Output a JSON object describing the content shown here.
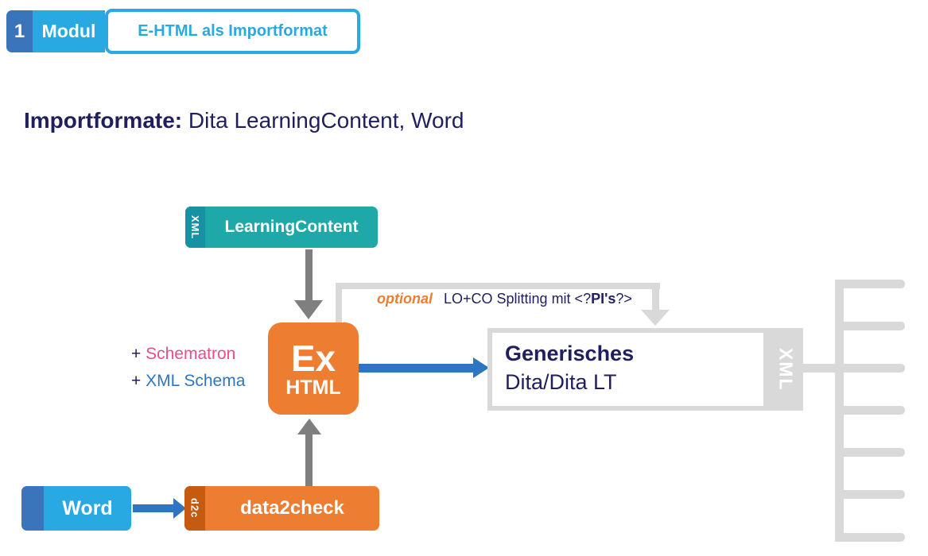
{
  "header": {
    "module_number": "1",
    "module_label": "Modul",
    "module_title": "E-HTML als Importformat"
  },
  "heading": {
    "label": "Importformate:",
    "value": " Dita LearningContent, Word"
  },
  "diagram": {
    "learning_content_box": {
      "tab": "XML",
      "label": "LearningContent"
    },
    "ex_html_box": {
      "line1": "Ex",
      "line2": "HTML"
    },
    "inputs": {
      "schematron": {
        "prefix": "+ ",
        "label": "Schematron"
      },
      "xml_schema": {
        "prefix": "+ ",
        "label": "XML Schema"
      }
    },
    "optional_path": {
      "keyword": "optional",
      "text_pre": "LO+CO Splitting mit <?",
      "text_bold": "PI's",
      "text_post": "?>"
    },
    "generic_dita_box": {
      "title": "Generisches",
      "subtitle": "Dita/Dita LT",
      "tab": "XML"
    },
    "word_box": {
      "label": "Word"
    },
    "data2check_box": {
      "tab": "d2c",
      "label": "data2check"
    }
  },
  "colors": {
    "bright_blue": "#29A9E1",
    "medium_blue": "#3A74BB",
    "arrow_blue": "#2E75C1",
    "teal": "#1FA8A8",
    "teal_dark": "#1791A3",
    "orange": "#ED7D31",
    "orange_dark": "#C55A11",
    "pink": "#EA4E89",
    "link_blue": "#2E75C4",
    "navy_text": "#201F5E",
    "gray_arrow": "#7F7F7F",
    "light_gray": "#D9D9D9"
  }
}
